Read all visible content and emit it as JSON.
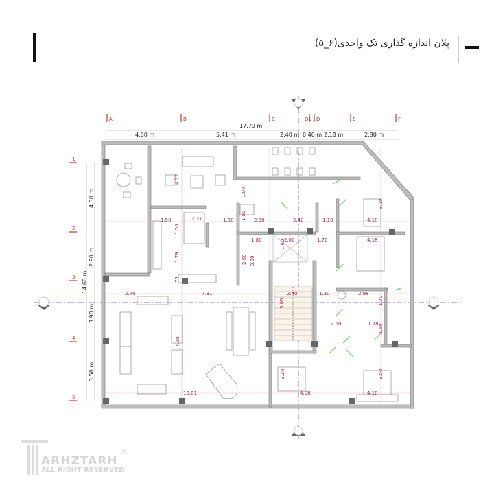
{
  "header": {
    "title": "پلان اندازه گذاری تک واحدی(۶_۵)"
  },
  "grid": {
    "columns": [
      "A",
      "B",
      "C",
      "D1",
      "D",
      "E",
      "F"
    ],
    "rows": [
      "1",
      "2",
      "3",
      "4",
      "5"
    ]
  },
  "dimensions": {
    "total_width": "17.79 m",
    "widths": [
      "4.60 m",
      "5.41 m",
      "2.40 m",
      "0.40 m",
      "2.18 m",
      "2.80 m"
    ],
    "total_height": "14.60 m",
    "heights": [
      "4.30 m",
      "2.90 m",
      "3.90 m",
      "3.50 m"
    ]
  },
  "interior_dims": [
    "1.50",
    "2.37",
    "1.30",
    "1.80",
    "2.30",
    "2.40",
    "1.10",
    "4.18",
    "3.00",
    "1.56",
    "1.80",
    "2.00",
    "1.70",
    "4.18",
    "1.60",
    "2.90",
    "1.79",
    "3.30",
    "75",
    "2.70",
    "7.31",
    "2.40",
    "1.30",
    "2.98",
    "1.70",
    "5.00",
    "2.50",
    "1.78",
    "1.60",
    "7.20",
    "3.30",
    "3.50",
    "10.01",
    "4.08",
    "4.10",
    "4.12",
    "1.04"
  ],
  "logo": {
    "name": "ARHZTARH",
    "tagline": "ALL RIGHT RESERVED",
    "reg": "®"
  },
  "colors": {
    "dimension_red": "#b0204a",
    "axis_blue": "#7a7ad0",
    "door_green": "#6ccf6c"
  }
}
